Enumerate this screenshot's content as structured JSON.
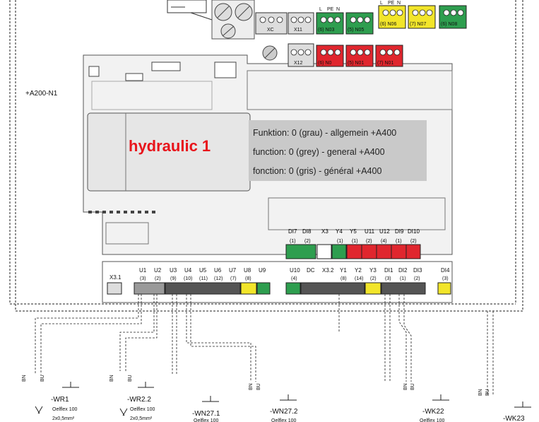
{
  "controller": {
    "id": "+A200-N1",
    "title": "hydraulic 1",
    "title_color": "#e8141b",
    "info_lines": [
      "Funktion: 0 (grau) - allgemein +A400",
      "function: 0 (grey) - general +A400",
      "fonction: 0 (gris) - général +A400"
    ]
  },
  "top_connectors": {
    "left_labels": [
      "XC",
      "X11",
      "X12"
    ],
    "green_labels": [
      "(6) N03",
      "(5) N05",
      "(6) N08"
    ],
    "yellow_labels": [
      "(6) N06",
      "(7) N07"
    ],
    "red_labels": [
      "(6) N0",
      "(5) N01",
      "(7) N01"
    ],
    "pin_labels": [
      "L",
      "PE",
      "N"
    ]
  },
  "bottom_top_row": {
    "labels": [
      "DI7",
      "DI8",
      "X3",
      "Y4",
      "Y5",
      "U11",
      "U12",
      "DI9",
      "DI10"
    ],
    "numbers": [
      "(1)",
      "(2)",
      "(1)",
      "(1)",
      "(2)",
      "(4)",
      "(1)",
      "(2)"
    ]
  },
  "bottom_row": {
    "left_labels": [
      "X3.1",
      "U1",
      "U2",
      "U3",
      "U4",
      "U5",
      "U6",
      "U7",
      "U8",
      "U9"
    ],
    "left_numbers": [
      "(3)",
      "(2)",
      "(9)",
      "(10)",
      "(11)",
      "(12)",
      "(7)",
      "(8)"
    ],
    "right_labels": [
      "U10",
      "DC",
      "X3.2",
      "Y1",
      "Y2",
      "Y3",
      "DI1",
      "DI2",
      "DI3",
      "DI4"
    ],
    "right_numbers": [
      "(4)",
      "(8)",
      "(14)",
      "(2)",
      "(3)",
      "(1)",
      "(2)",
      "(3)"
    ]
  },
  "cables": [
    {
      "name": "-WR1",
      "type": "Oelflex 100",
      "spec": "2x0,5mm²"
    },
    {
      "name": "-WR2.2",
      "type": "Oelflex 100",
      "spec": "2x0,5mm²"
    },
    {
      "name": "-WN27.1",
      "type": "Oelflex 100",
      "spec": ""
    },
    {
      "name": "-WN27.2",
      "type": "Oelflex 100",
      "spec": ""
    },
    {
      "name": "-WK22",
      "type": "Oelflex 100",
      "spec": ""
    },
    {
      "name": "-WK23",
      "type": "",
      "spec": ""
    }
  ],
  "wire_codes": [
    "BN",
    "BU"
  ],
  "colors": {
    "green": "#2e9e4f",
    "yellow": "#f2e52a",
    "red": "#e0262e",
    "grey_box": "#c9c9c9",
    "terminal_grey": "#9a9a9a",
    "board": "#f2f2f2"
  }
}
